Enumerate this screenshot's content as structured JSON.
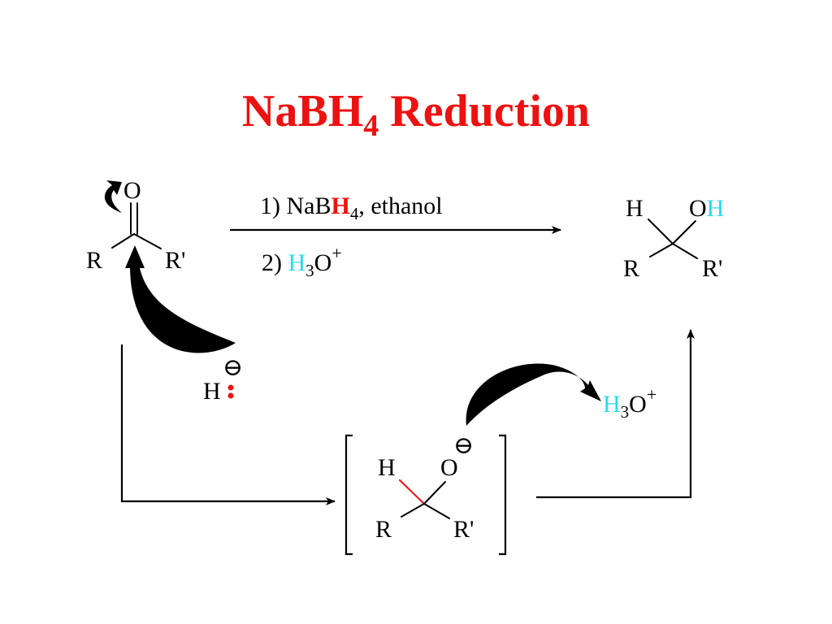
{
  "colors": {
    "title": "#ee1111",
    "hydride": "#ee1111",
    "proton": "#22ddee",
    "ink": "#000000"
  },
  "title": {
    "main": "NaBH",
    "sub": "4",
    "rest": " Reduction"
  },
  "reactant": {
    "O": "O",
    "R": "R",
    "Rp": "R'"
  },
  "reagents": {
    "step1": {
      "prefix": "1) NaB",
      "H": "H",
      "sub": "4",
      "suffix": ", ethanol"
    },
    "step2": {
      "prefix": "2) ",
      "H": "H",
      "sub": "3",
      "O": "O",
      "charge": "+"
    }
  },
  "product": {
    "H": "H",
    "O": "O",
    "OH_H": "H",
    "R": "R",
    "Rp": "R'"
  },
  "hydride": {
    "H": "H",
    "charge": "⊖"
  },
  "intermediate": {
    "H": "H",
    "O": "O",
    "charge": "⊖",
    "R": "R",
    "Rp": "R'"
  },
  "hydronium": {
    "H": "H",
    "sub": "3",
    "O": "O",
    "charge": "+"
  }
}
